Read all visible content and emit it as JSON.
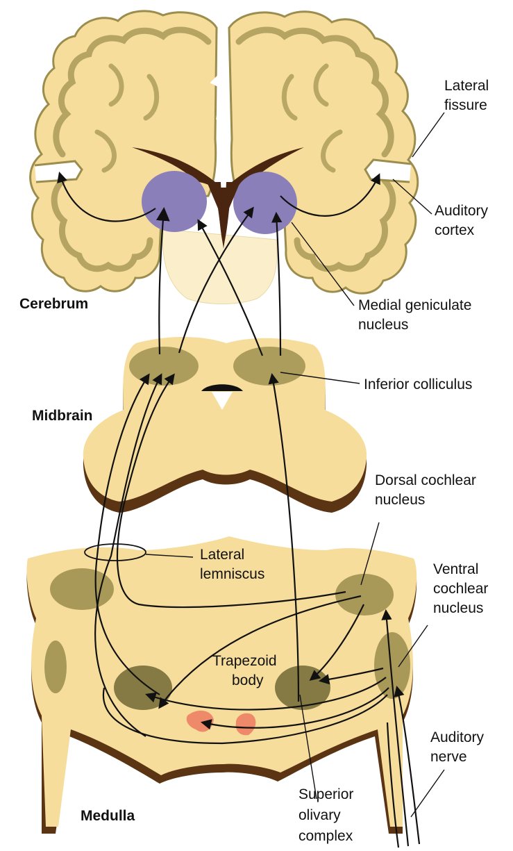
{
  "regions": {
    "cerebrum": "Cerebrum",
    "midbrain": "Midbrain",
    "medulla": "Medulla"
  },
  "labels": {
    "lateral_fissure": [
      "Lateral",
      "fissure"
    ],
    "auditory_cortex": [
      "Auditory",
      "cortex"
    ],
    "medial_geniculate": [
      "Medial geniculate",
      "nucleus"
    ],
    "inferior_colliculus": [
      "Inferior colliculus"
    ],
    "dorsal_cochlear": [
      "Dorsal cochlear",
      "nucleus"
    ],
    "lateral_lemniscus": [
      "Lateral",
      "lemniscus"
    ],
    "ventral_cochlear": [
      "Ventral",
      "cochlear",
      "nucleus"
    ],
    "trapezoid_body": [
      "Trapezoid",
      "body"
    ],
    "auditory_nerve": [
      "Auditory",
      "nerve"
    ],
    "superior_olivary": [
      "Superior",
      "olivary",
      "complex"
    ]
  },
  "colors": {
    "tissue": "#f6dd9c",
    "tissue_dark": "#ecc56e",
    "gray_matter": "#9b8d4e",
    "nucleus": "#857a44",
    "mgn": "#8a7fb8",
    "ventricle": "#4a2510",
    "rim": "#5b3413",
    "trapezoid": "#ee8a6a"
  }
}
